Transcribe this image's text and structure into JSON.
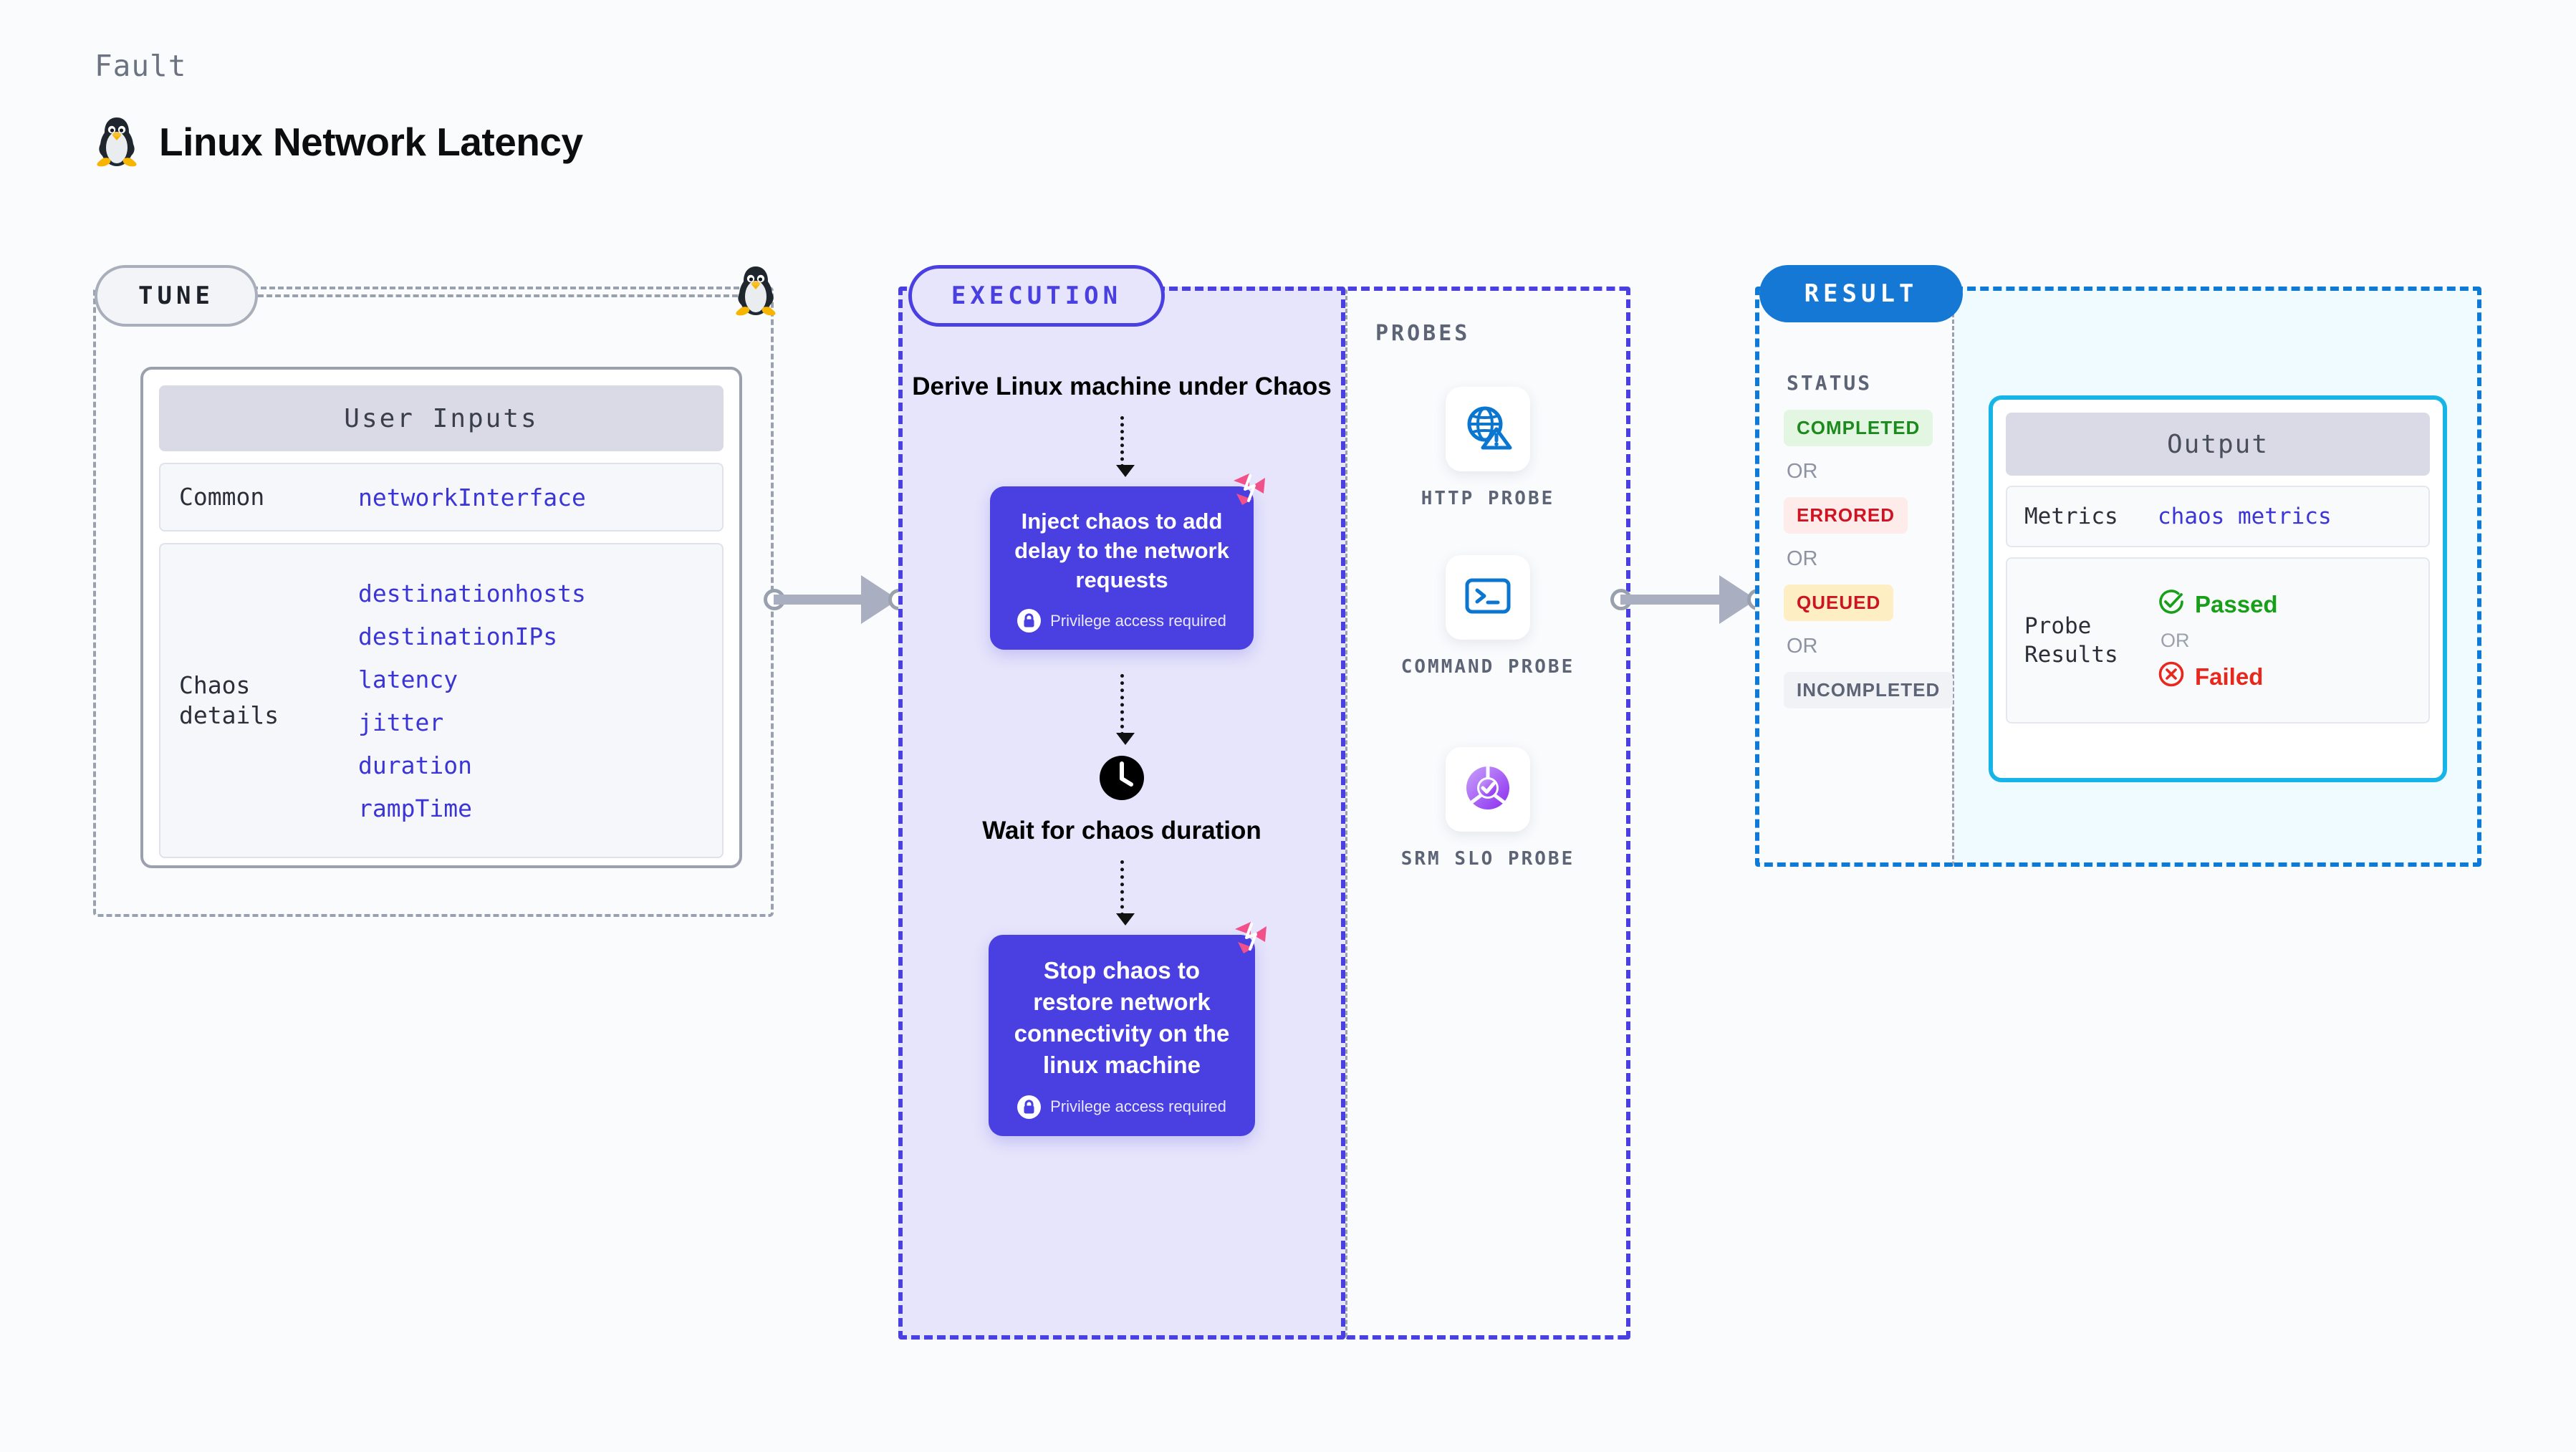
{
  "header": {
    "eyebrow": "Fault",
    "title": "Linux Network Latency",
    "icon": "linux-penguin-icon"
  },
  "tune": {
    "pill_label": "TUNE",
    "card_header": "User Inputs",
    "rows": [
      {
        "label": "Common",
        "values": [
          "networkInterface"
        ]
      },
      {
        "label": "Chaos details",
        "values": [
          "destinationhosts",
          "destinationIPs",
          "latency",
          "jitter",
          "duration",
          "rampTime"
        ]
      }
    ]
  },
  "execution": {
    "pill_label": "EXECUTION",
    "derive_title": "Derive Linux machine under Chaos",
    "inject_box": {
      "title": "Inject chaos to add delay to the network requests",
      "privilege": "Privilege access required"
    },
    "wait_title": "Wait for chaos duration",
    "stop_box": {
      "title": "Stop chaos to restore network connectivity on the linux machine",
      "privilege": "Privilege access required"
    }
  },
  "probes": {
    "section_label": "PROBES",
    "items": [
      {
        "name": "HTTP PROBE",
        "icon": "globe-warning-icon"
      },
      {
        "name": "COMMAND PROBE",
        "icon": "terminal-icon"
      },
      {
        "name": "SRM SLO PROBE",
        "icon": "slo-check-icon"
      }
    ]
  },
  "result": {
    "pill_label": "RESULT",
    "status_label": "STATUS",
    "or_label": "OR",
    "statuses": [
      {
        "label": "COMPLETED",
        "style": "s-completed"
      },
      {
        "label": "ERRORED",
        "style": "s-errored"
      },
      {
        "label": "QUEUED",
        "style": "s-queued"
      },
      {
        "label": "INCOMPLETED",
        "style": "s-incompleted"
      }
    ]
  },
  "output": {
    "card_header": "Output",
    "metrics_label": "Metrics",
    "metrics_value": "chaos metrics",
    "probe_results_label": "Probe Results",
    "passed_label": "Passed",
    "failed_label": "Failed",
    "or_label": "OR"
  },
  "colors": {
    "purple": "#4a3fe0",
    "blue": "#1478d4",
    "cyan": "#17b4e8",
    "pink": "#f2508b",
    "green": "#17a017",
    "red": "#e8281c",
    "gray": "#9aa1ae"
  }
}
